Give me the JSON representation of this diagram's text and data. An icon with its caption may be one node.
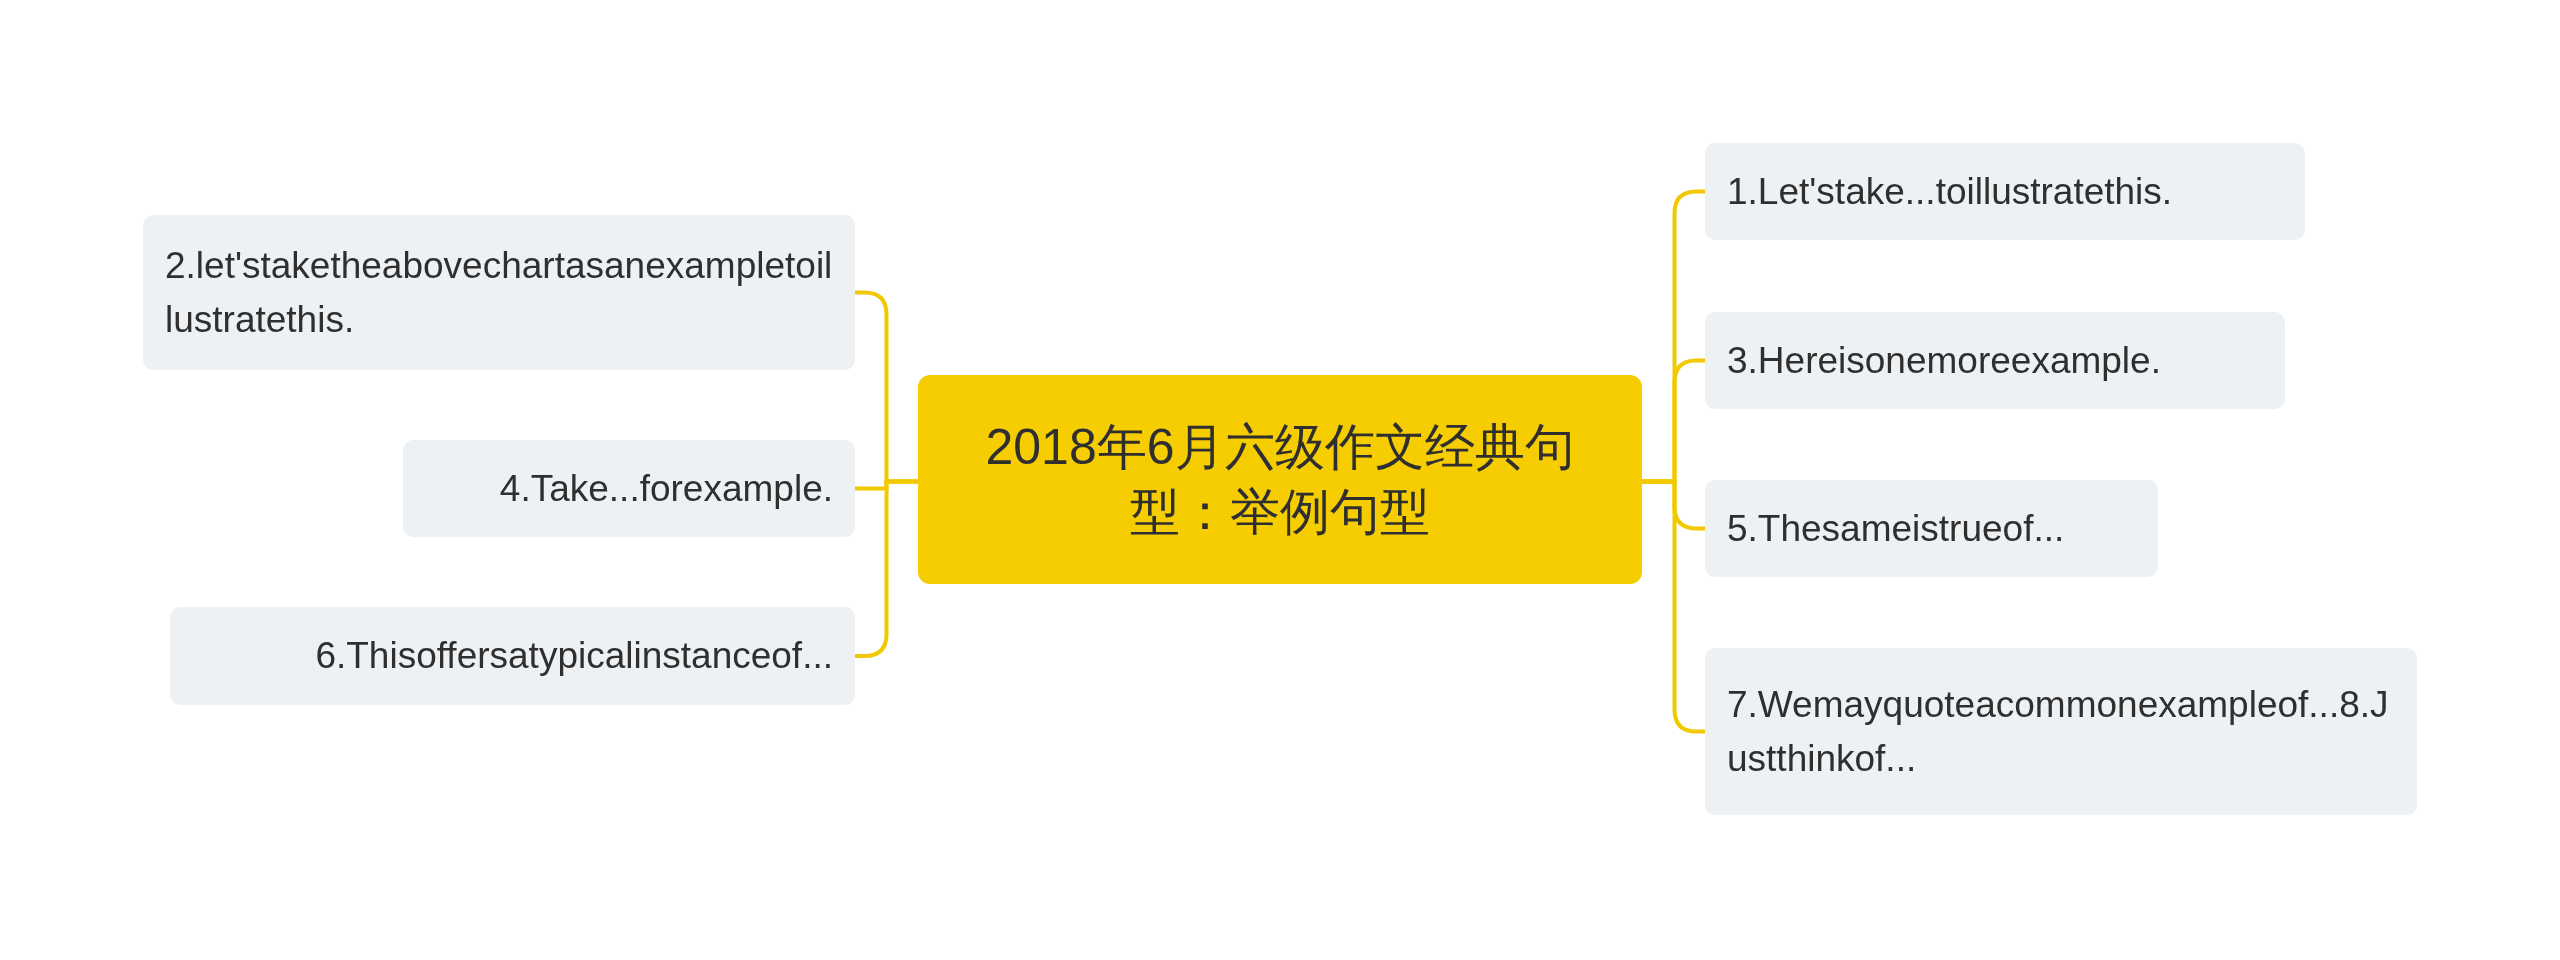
{
  "diagram": {
    "nodes": [
      {
        "text": [
          "2018年6月六级作文经典句型：举例句型"
        ]
      },
      {
        "text": [
          "1.Let'stake...toillustratethis."
        ]
      },
      {
        "text": [
          "2.let'staketheabovechartasanexampletoillustratethis."
        ]
      },
      {
        "text": [
          "3.Hereisonemoreexample."
        ]
      },
      {
        "text": [
          "4.Take...forexample."
        ]
      },
      {
        "text": [
          "5.Thesameistrueof..."
        ]
      },
      {
        "text": [
          "6.Thisoffersatypicalinstanceof..."
        ]
      },
      {
        "text": [
          "7.Wemayquoteacommonexampleof...8.Justthinkof..."
        ]
      }
    ],
    "edges": [
      {
        "from": 0,
        "to": 1,
        "arrow": "none"
      },
      {
        "from": 0,
        "to": 2,
        "arrow": "none"
      },
      {
        "from": 0,
        "to": 3,
        "arrow": "none"
      },
      {
        "from": 0,
        "to": 4,
        "arrow": "none"
      },
      {
        "from": 0,
        "to": 5,
        "arrow": "none"
      },
      {
        "from": 0,
        "to": 6,
        "arrow": "none"
      },
      {
        "from": 0,
        "to": 7,
        "arrow": "none"
      }
    ]
  }
}
